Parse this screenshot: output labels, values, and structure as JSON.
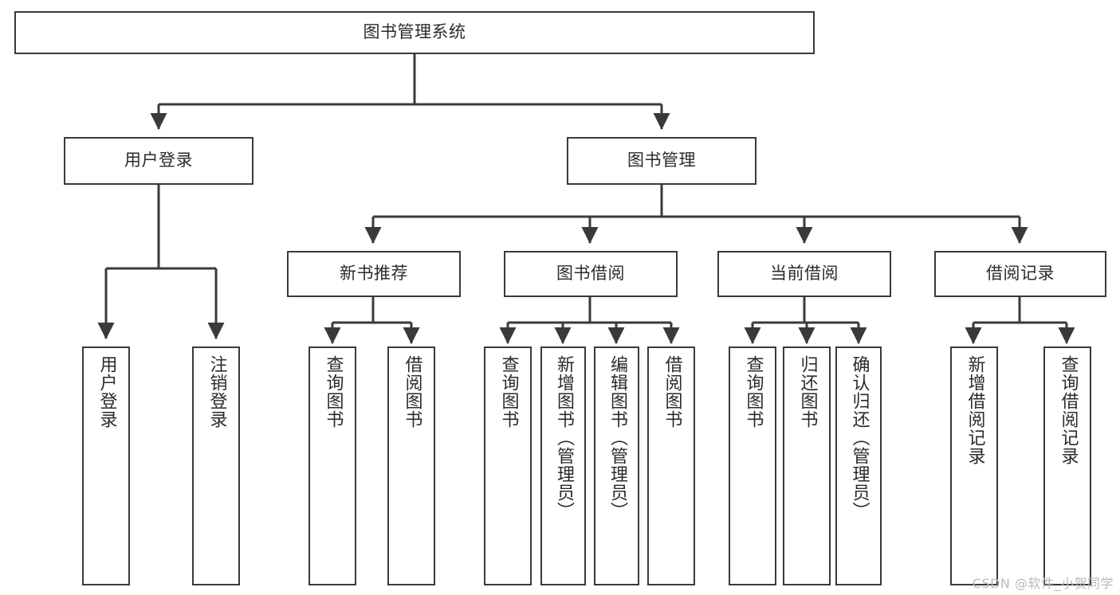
{
  "diagram": {
    "title": "图书管理系统",
    "type": "tree",
    "watermark": "CSDN @软件_小贺同学",
    "colors": {
      "box_border": "#3a3a3a",
      "box_fill": "#ffffff",
      "connector": "#3a3a3a",
      "text": "#2b2b2b",
      "watermark": "#b9b9b9",
      "background": "#ffffff"
    },
    "root": {
      "label": "图书管理系统"
    },
    "level1": [
      {
        "label": "用户登录"
      },
      {
        "label": "图书管理"
      }
    ],
    "level2": [
      {
        "label": "新书推荐"
      },
      {
        "label": "图书借阅"
      },
      {
        "label": "当前借阅"
      },
      {
        "label": "借阅记录"
      }
    ],
    "leaves": {
      "user_login": [
        {
          "label": "用户登录"
        },
        {
          "label": "注销登录"
        }
      ],
      "new_book_recommend": [
        {
          "label": "查询图书"
        },
        {
          "label": "借阅图书"
        }
      ],
      "book_borrow": [
        {
          "label": "查询图书"
        },
        {
          "label": "新增图书（管理员）"
        },
        {
          "label": "编辑图书（管理员）"
        },
        {
          "label": "借阅图书"
        }
      ],
      "current_borrow": [
        {
          "label": "查询图书"
        },
        {
          "label": "归还图书"
        },
        {
          "label": "确认归还（管理员）"
        }
      ],
      "borrow_record": [
        {
          "label": "新增借阅记录"
        },
        {
          "label": "查询借阅记录"
        }
      ]
    }
  }
}
